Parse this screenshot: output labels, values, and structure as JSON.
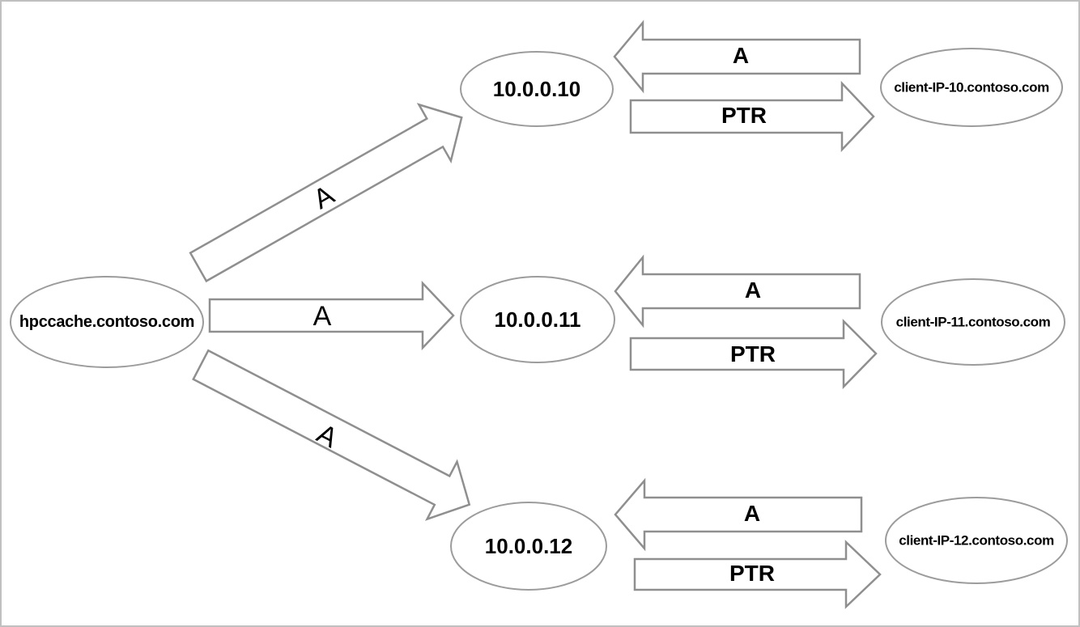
{
  "colors": {
    "background": "#ffffff",
    "frame_border": "#c0c0c0",
    "arrow_outline": "#8f8f8f",
    "ellipse_outline": "#9c9c9c",
    "label_text": "#000000"
  },
  "hub": {
    "label": "hpccache.contoso.com"
  },
  "rows": [
    {
      "ip": "10.0.0.10",
      "client": "client-IP-10.contoso.com",
      "hub_arrow_label": "A",
      "a_record_label": "A",
      "ptr_record_label": "PTR"
    },
    {
      "ip": "10.0.0.11",
      "client": "client-IP-11.contoso.com",
      "hub_arrow_label": "A",
      "a_record_label": "A",
      "ptr_record_label": "PTR"
    },
    {
      "ip": "10.0.0.12",
      "client": "client-IP-12.contoso.com",
      "hub_arrow_label": "A",
      "a_record_label": "A",
      "ptr_record_label": "PTR"
    }
  ]
}
